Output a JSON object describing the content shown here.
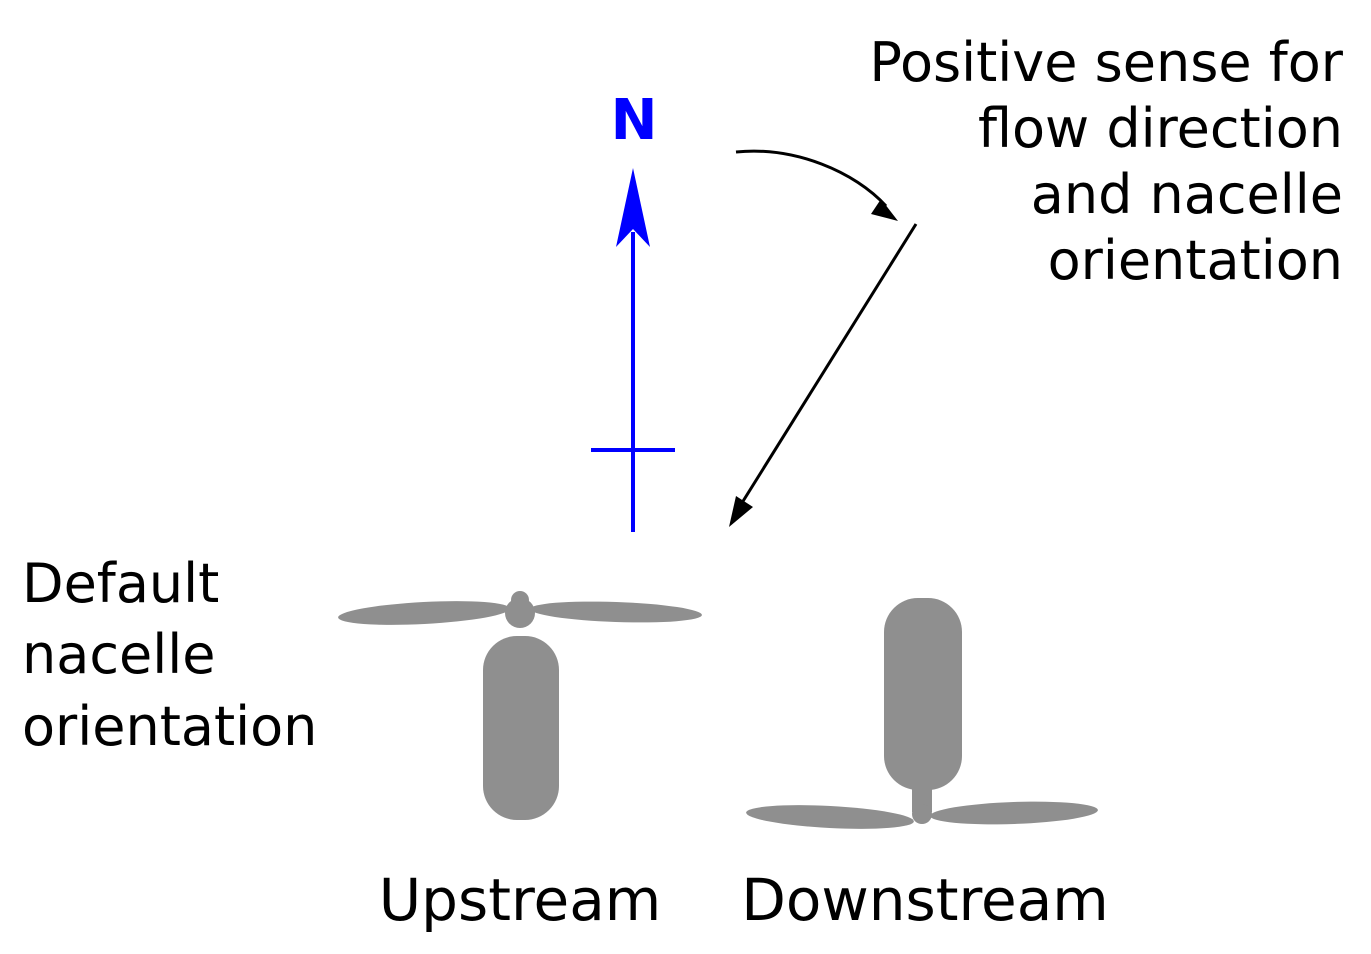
{
  "diagram": {
    "compass": {
      "north_label": "N"
    },
    "annotation": {
      "lines": [
        "Positive sense for",
        "flow direction",
        "and nacelle",
        "orientation"
      ]
    },
    "nacelle_note": {
      "lines": [
        "Default",
        "nacelle",
        "orientation"
      ]
    },
    "turbines": {
      "upstream_label": "Upstream",
      "downstream_label": "Downstream"
    },
    "colors": {
      "north_arrow": "#0000ff",
      "turbine": "#8f8f8f",
      "text": "#000000",
      "arrow": "#000000"
    }
  }
}
